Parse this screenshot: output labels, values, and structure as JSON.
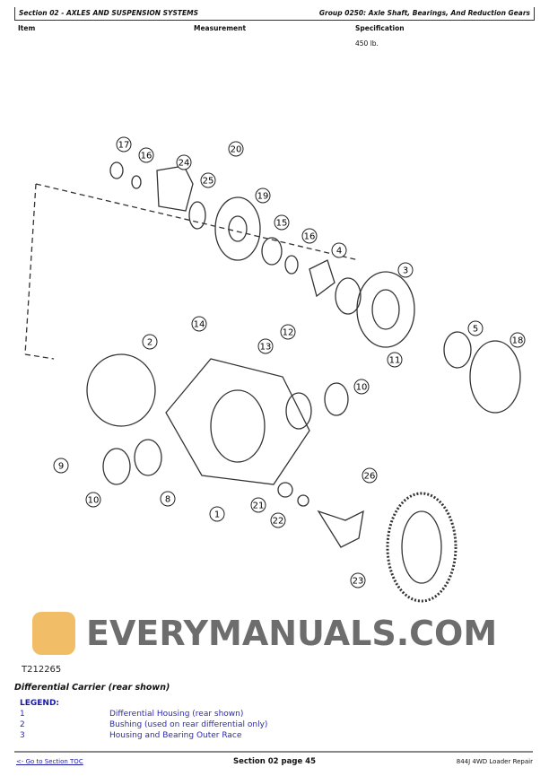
{
  "header": {
    "section": "Section 02 - AXLES AND SUSPENSION SYSTEMS",
    "group": "Group 0250: Axle Shaft, Bearings, And Reduction Gears"
  },
  "columns": {
    "item": "Item",
    "measurement": "Measurement",
    "specification": "Specification"
  },
  "spec_value": "450 lb.",
  "diagram": {
    "figure_id": "T212265",
    "callouts": [
      "17",
      "16",
      "20",
      "24",
      "25",
      "19",
      "15",
      "16",
      "4",
      "3",
      "14",
      "12",
      "13",
      "2",
      "5",
      "18",
      "11",
      "10",
      "9",
      "10",
      "8",
      "1",
      "21",
      "22",
      "26",
      "23"
    ]
  },
  "caption": "Differential Carrier (rear shown)",
  "legend": {
    "title": "LEGEND:",
    "items": [
      {
        "num": "1",
        "desc": "Differential Housing (rear shown)"
      },
      {
        "num": "2",
        "desc": "Bushing (used on rear differential only)"
      },
      {
        "num": "3",
        "desc": "Housing and Bearing Outer Race"
      }
    ]
  },
  "watermark": "EVERYMANUALS.COM",
  "footer": {
    "toc_link": "<- Go to Section TOC",
    "page": "Section 02 page 45",
    "title": "844J 4WD Loader Repair"
  }
}
